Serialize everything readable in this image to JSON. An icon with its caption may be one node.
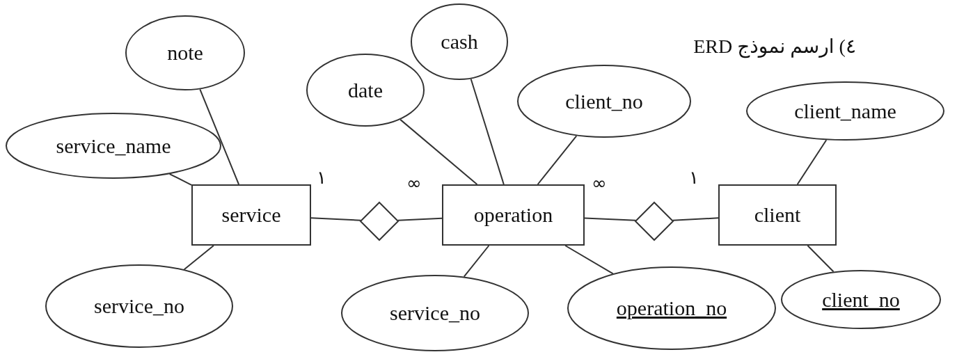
{
  "diagram": {
    "title": "٤) ارسم نموذج ERD",
    "nodes": [
      {
        "text": [
          "note"
        ]
      },
      {
        "text": [
          "cash"
        ]
      },
      {
        "text": [
          "date"
        ]
      },
      {
        "text": [
          "client_no"
        ]
      },
      {
        "text": [
          "client_name"
        ]
      },
      {
        "text": [
          "service_name"
        ]
      },
      {
        "text": [
          "service"
        ]
      },
      {
        "text": [],
        "shape": "diamond"
      },
      {
        "text": [
          "operation"
        ]
      },
      {
        "text": [],
        "shape": "diamond"
      },
      {
        "text": [
          "client"
        ]
      },
      {
        "text": [
          "service_no"
        ]
      },
      {
        "text": [
          "service_no"
        ]
      },
      {
        "text": [
          "operation_no"
        ]
      },
      {
        "text": [
          "client_no"
        ]
      }
    ],
    "edges": [
      {
        "from": 6,
        "to": 0,
        "arrow": "none"
      },
      {
        "from": 6,
        "to": 5,
        "arrow": "none"
      },
      {
        "from": 6,
        "to": 11,
        "arrow": "none"
      },
      {
        "from": 8,
        "to": 2,
        "arrow": "none"
      },
      {
        "from": 8,
        "to": 1,
        "arrow": "none"
      },
      {
        "from": 8,
        "to": 3,
        "arrow": "none"
      },
      {
        "from": 8,
        "to": 12,
        "arrow": "none"
      },
      {
        "from": 8,
        "to": 13,
        "arrow": "none"
      },
      {
        "from": 10,
        "to": 4,
        "arrow": "none"
      },
      {
        "from": 10,
        "to": 14,
        "arrow": "none"
      },
      {
        "from": 6,
        "to": 7,
        "arrow": "none"
      },
      {
        "from": 7,
        "to": 8,
        "arrow": "none"
      },
      {
        "from": 8,
        "to": 9,
        "arrow": "none"
      },
      {
        "from": 9,
        "to": 10,
        "arrow": "none"
      }
    ],
    "labels": [
      "١",
      "∞",
      "∞",
      "١"
    ]
  }
}
